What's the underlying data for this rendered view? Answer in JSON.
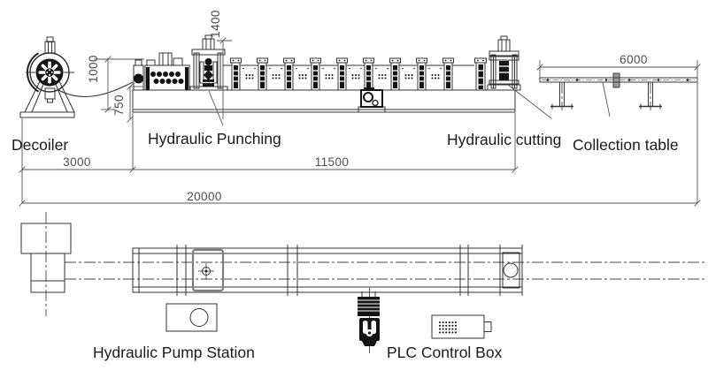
{
  "labels": {
    "decoiler": "Decoiler",
    "hydraulic_punching": "Hydraulic Punching",
    "hydraulic_cutting": "Hydraulic cutting",
    "collection_table": "Collection table",
    "hydraulic_pump_station": "Hydraulic Pump Station",
    "plc_control_box": "PLC Control Box"
  },
  "dimensions": {
    "punch_press_height": "1400",
    "decoiler_height": "1000",
    "pass_line_height": "750",
    "decoiler_section_length": "3000",
    "forming_machine_length": "11500",
    "total_line_length": "20000",
    "collection_table_length": "6000"
  },
  "colors": {
    "background": "#ffffff",
    "drawing_line": "#333333",
    "dark_fill": "#141414",
    "dimension_line": "#555555",
    "label_text": "#1b1b1b"
  }
}
